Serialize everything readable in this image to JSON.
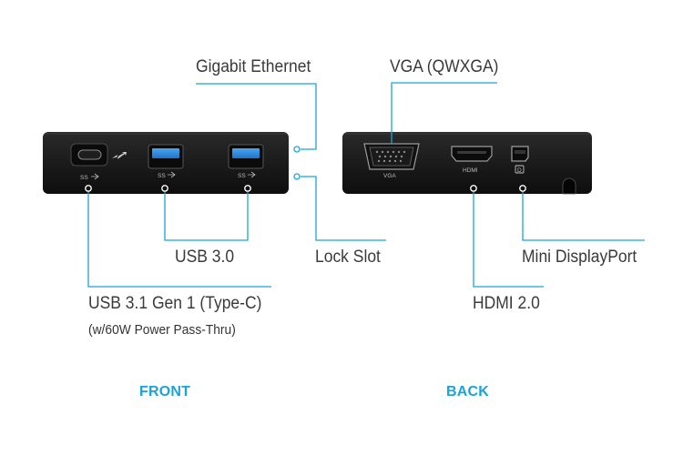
{
  "labels": {
    "gigabit_ethernet": "Gigabit Ethernet",
    "vga": "VGA (QWXGA)",
    "usb30": "USB 3.0",
    "lock_slot": "Lock Slot",
    "mini_displayport": "Mini DisplayPort",
    "usbc": "USB 3.1 Gen 1 (Type-C)",
    "usbc_note": "(w/60W Power Pass-Thru)",
    "hdmi": "HDMI 2.0"
  },
  "sections": {
    "front": "FRONT",
    "back": "BACK"
  },
  "port_markings": {
    "ss_usb": "SS",
    "vga": "VGA",
    "hdmi": "HDMI",
    "dp": "D"
  },
  "colors": {
    "callout_line": "#1aa3d9",
    "section_label": "#1aa3d9",
    "dock_body": "#1c1c1c",
    "usb3_insert": "#2e8fe0"
  },
  "icons": [
    "thunderbolt-arrow-icon",
    "superspeed-usb-icon",
    "displayport-icon",
    "lock-slot-icon"
  ]
}
